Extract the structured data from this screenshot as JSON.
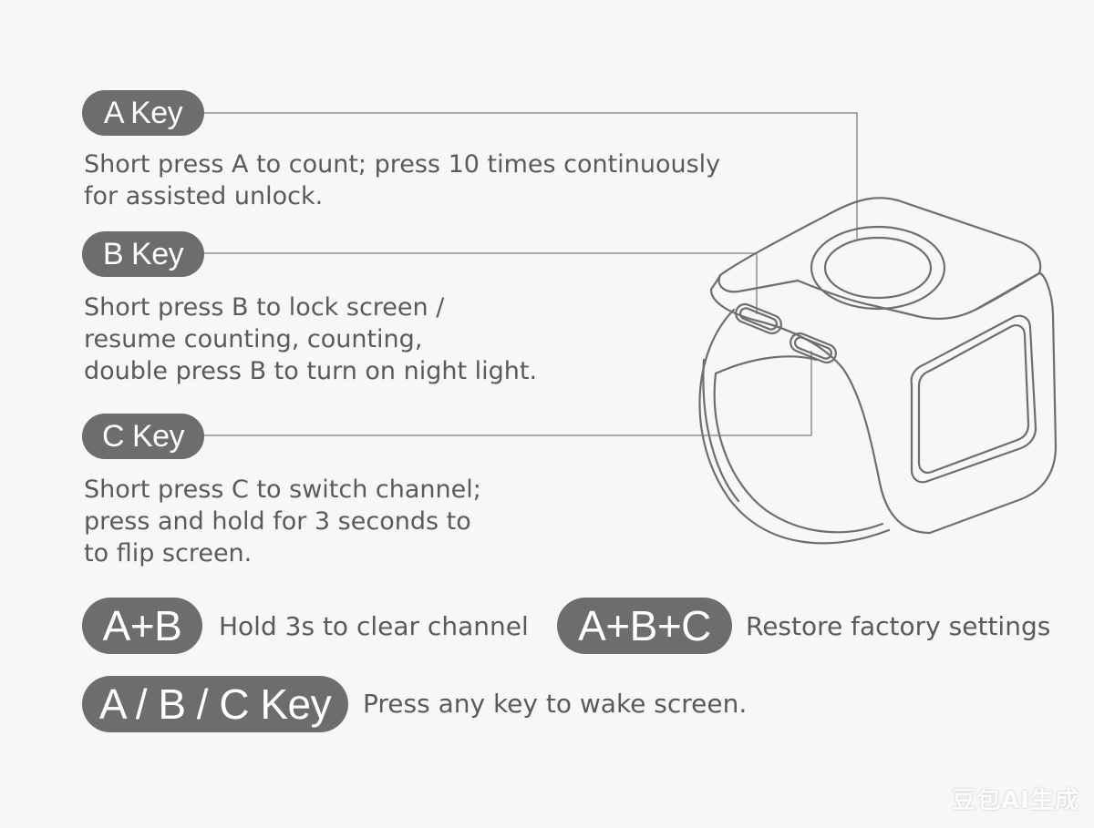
{
  "keys": {
    "a": {
      "label": "A Key",
      "lines": [
        "Short press A to count; press 10 times continuously",
        "for assisted unlock."
      ]
    },
    "b": {
      "label": "B Key",
      "lines": [
        "Short press B to lock screen /",
        "resume counting, counting,",
        "double press B to turn on night light."
      ]
    },
    "c": {
      "label": "C Key",
      "lines": [
        "Short press C to switch channel;",
        "press and hold for 3 seconds to",
        "to flip screen."
      ]
    }
  },
  "combos": {
    "ab": {
      "label": "A+B",
      "text": "Hold 3s to clear channel"
    },
    "abc": {
      "label": "A+B+C",
      "text": "Restore factory settings"
    },
    "any": {
      "label": "A / B / C Key",
      "text": "Press any key to wake screen."
    }
  },
  "watermark": "豆包AI生成",
  "colors": {
    "pill": "#6d6d6d",
    "text": "#5a5a5a",
    "line": "#8a8a8a",
    "background": "#f7f7f5"
  }
}
